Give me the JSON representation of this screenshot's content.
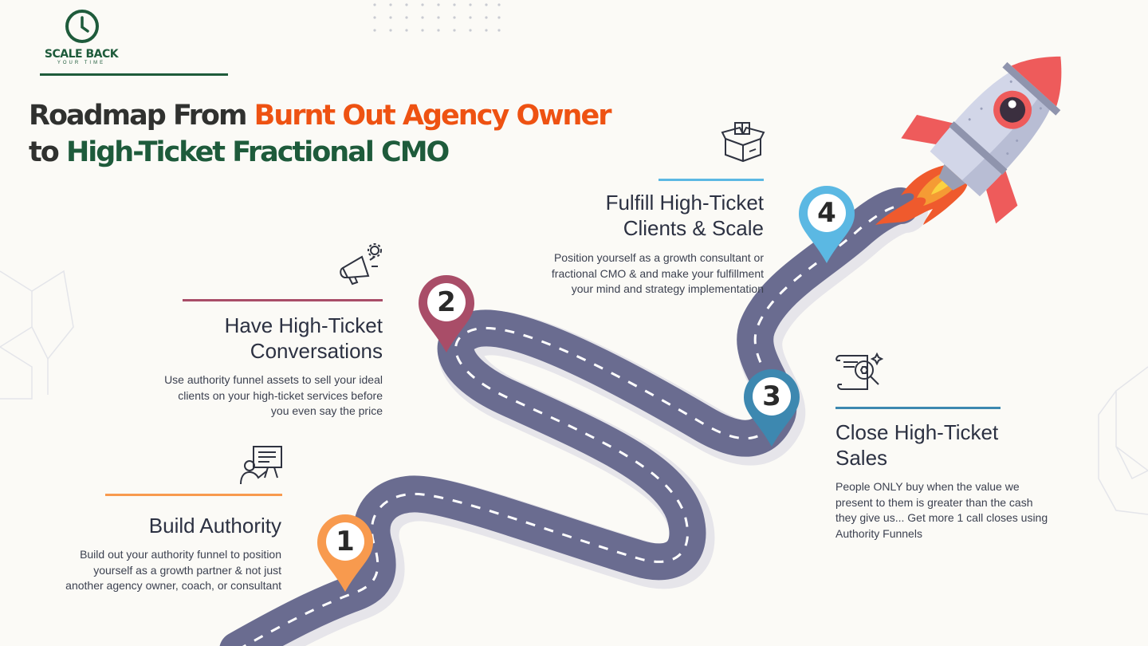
{
  "brand": {
    "name": "SCALE BACK",
    "tagline": "YOUR TIME"
  },
  "title": {
    "part1": "Roadmap From ",
    "part2": "Burnt Out Agency Owner",
    "part3": "to ",
    "part4": "High-Ticket Fractional CMO"
  },
  "steps": [
    {
      "number": "1",
      "heading": "Build Authority",
      "description_lines": [
        "Build out your authority funnel to position",
        "yourself as a growth partner & not just",
        "another agency owner, coach, or consultant"
      ],
      "color": "#f89a4e",
      "icon": "presentation-icon"
    },
    {
      "number": "2",
      "heading_lines": [
        "Have High-Ticket",
        "Conversations"
      ],
      "description_lines": [
        "Use authority funnel assets to sell your ideal",
        "clients on your high-ticket services before",
        "you even say the price"
      ],
      "color": "#a94d68",
      "icon": "megaphone-gear-icon"
    },
    {
      "number": "3",
      "heading_lines": [
        "Close High-Ticket",
        "Sales"
      ],
      "description_lines": [
        "People ONLY buy when the value we",
        "present to them is greater than the cash",
        "they give us... Get more 1 call closes using",
        "Authority Funnels"
      ],
      "color": "#3d88b0",
      "icon": "contract-magnifier-icon"
    },
    {
      "number": "4",
      "heading_lines": [
        "Fulfill High-Ticket",
        "Clients & Scale"
      ],
      "description_lines": [
        "Position yourself as a growth consultant or",
        "fractional CMO & and make your fulfillment",
        "your mind and strategy implementation"
      ],
      "color": "#5bb8e3",
      "icon": "open-box-icon"
    }
  ],
  "colors": {
    "road": "#6a6c90",
    "road_shadow": "#e3e2e6",
    "brand_green": "#1e5b3b",
    "accent_orange": "#ee5212",
    "rocket_red": "#ee5b5b",
    "rocket_body": "#cfd3e6"
  }
}
